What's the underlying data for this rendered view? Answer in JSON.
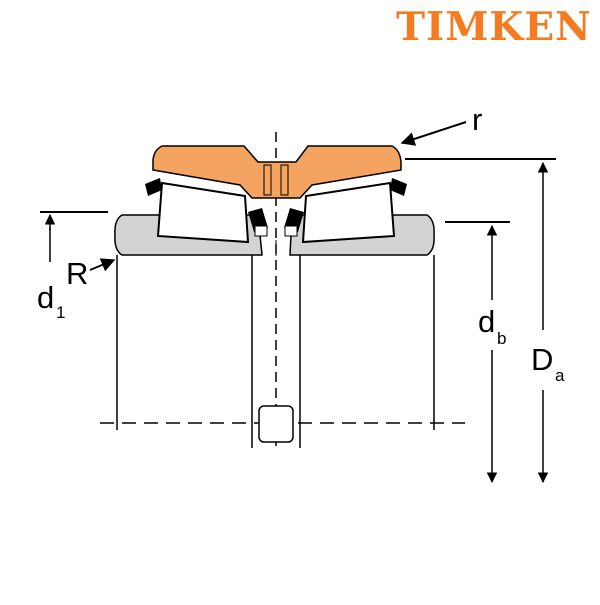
{
  "brand": {
    "logo_text": "TIMKEN",
    "color": "#f47b20"
  },
  "labels": {
    "r": "r",
    "R": "R",
    "d1_main": "d",
    "d1_sub": "1",
    "db_main": "d",
    "db_sub": "b",
    "Da_main": "D",
    "Da_sub": "a"
  },
  "colors": {
    "cup": "#f4a460",
    "cone": "#d3d3d3",
    "roller": "#ffffff",
    "outline": "#000000"
  }
}
